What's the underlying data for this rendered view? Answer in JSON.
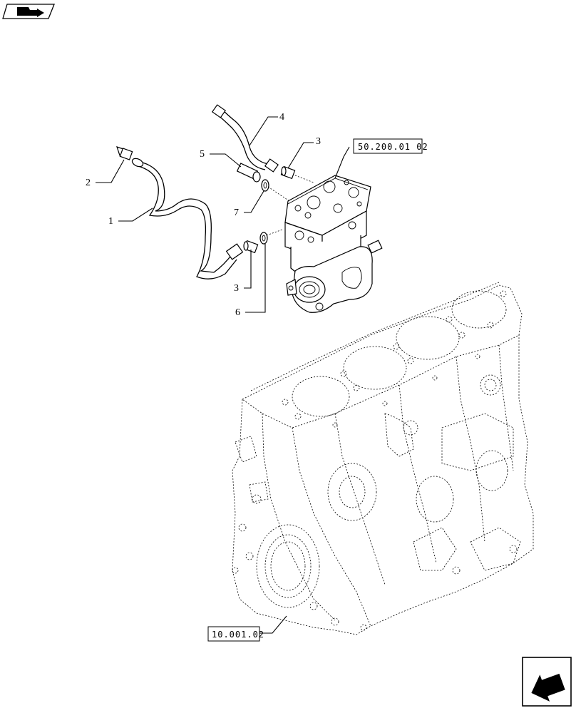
{
  "callouts": [
    {
      "id": "c1",
      "label": "1"
    },
    {
      "id": "c2",
      "label": "2"
    },
    {
      "id": "c3a",
      "label": "3"
    },
    {
      "id": "c3b",
      "label": "3"
    },
    {
      "id": "c4",
      "label": "4"
    },
    {
      "id": "c5",
      "label": "5"
    },
    {
      "id": "c6",
      "label": "6"
    },
    {
      "id": "c7",
      "label": "7"
    }
  ],
  "references": {
    "compressor_ref": "50.200.01 02",
    "block_ref": "10.001.02"
  },
  "icons": {
    "top_left": "book-arrow-icon",
    "bottom_right": "next-page-arrow-icon"
  }
}
